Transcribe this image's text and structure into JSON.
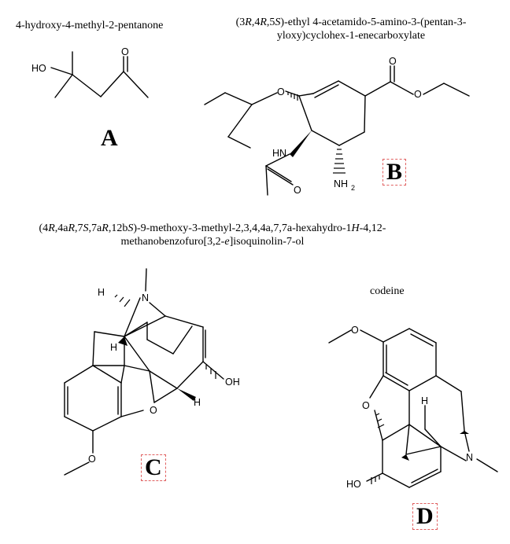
{
  "compounds": [
    {
      "id": "A",
      "name": "4-hydroxy-4-methyl-2-pentanone",
      "label": "A",
      "atoms": {
        "ho": "HO",
        "o": "O"
      }
    },
    {
      "id": "B",
      "name_parts": [
        "(3",
        "R",
        ",4",
        "R",
        ",5",
        "S",
        ")-ethyl 4-acetamido-5-amino-3-(pentan-3-"
      ],
      "name_line2": "yloxy)cyclohex-1-enecarboxylate",
      "label": "B",
      "atoms": {
        "o_ether": "O",
        "o_carbonyl": "O",
        "o_ester": "O",
        "hn": "HN",
        "o_amide": "O",
        "nh2": "NH",
        "sub2": "2"
      }
    },
    {
      "id": "C",
      "name_line1_parts": [
        "(4",
        "R",
        ",4a",
        "R",
        ",7",
        "S",
        ",7a",
        "R",
        ",12b",
        "S",
        ")-9-methoxy-3-methyl-2,3,4,4a,7,7a-hexahydro-1",
        "H",
        "-4,12-"
      ],
      "name_line2_parts": [
        "methanobenzofuro[3,2-",
        "e",
        "]isoquinolin-7-ol"
      ],
      "label": "C",
      "atoms": {
        "n": "N",
        "h1": "H",
        "h2": "H",
        "h3": "H",
        "oh": "OH",
        "o_ring": "O",
        "o_me": "O"
      }
    },
    {
      "id": "D",
      "name": "codeine",
      "label": "D",
      "atoms": {
        "o_me": "O",
        "o_ring": "O",
        "h": "H",
        "n": "N",
        "ho": "HO"
      }
    }
  ],
  "colors": {
    "ink": "#000000",
    "label_box": "#e06060"
  }
}
